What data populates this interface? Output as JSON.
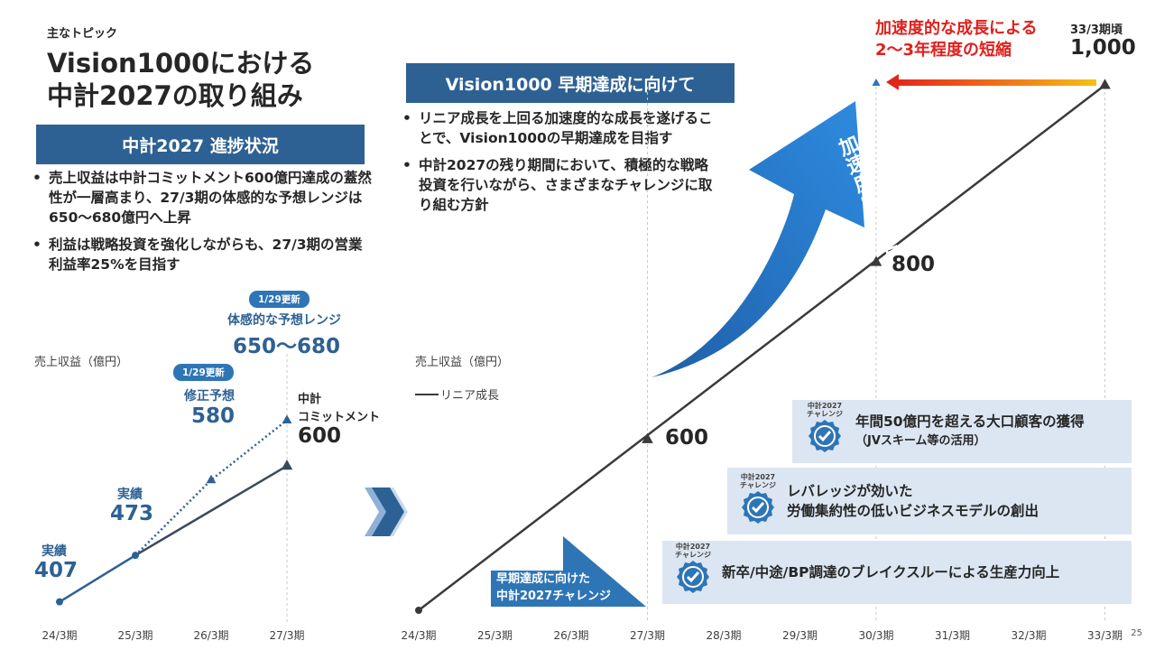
{
  "topic_label": "主なトピック",
  "title_line1": "Vision1000における",
  "title_line2": "中計2027の取り組み",
  "left": {
    "header": "中計2027 進捗状況",
    "bullets": [
      "売上収益は中計コミットメント600億円達成の蓋然性が一層高まり、27/3期の体感的な予想レンジは650～680億円へ上昇",
      "利益は戦略投資を強化しながらも、27/3期の営業利益率25%を目指す"
    ],
    "axis_label": "売上収益（億円）",
    "update_chip_1": "1/29更新",
    "range_label": "体感的な予想レンジ",
    "range_value": "650～680",
    "update_chip_2": "1/29更新",
    "revised_label": "修正予想",
    "revised_value": "580",
    "commit_label_1": "中計",
    "commit_label_2": "コミットメント",
    "commit_value": "600",
    "actual_label_1": "実績",
    "actual_value_1": "473",
    "actual_label_2": "実績",
    "actual_value_2": "407"
  },
  "right": {
    "header": "Vision1000 早期達成に向けて",
    "bullets": [
      "リニア成長を上回る加速度的な成長を遂げることで、Vision1000の早期達成を目指す",
      "中計2027の残り期間において、積極的な戦略投資を行いながら、さまざまなチャレンジに取り組む方針"
    ],
    "axis_label": "売上収益（億円）",
    "legend_label": "リニア成長",
    "accel_label": "加速度的な成長",
    "shortening_line1": "加速度的な成長による",
    "shortening_line2": "2～3年程度の短縮",
    "target_period": "33/3期頃",
    "target_value": "1,000",
    "value_800": "800",
    "value_600": "600",
    "early_arrow_line1": "早期達成に向けた",
    "early_arrow_line2": "中計2027チャレンジ",
    "badge_caption_1": "中計2027",
    "badge_caption_2": "チャレンジ",
    "challenges": [
      {
        "line1": "年間50億円を超える大口顧客の獲得",
        "line2": "（JVスキーム等の活用）"
      },
      {
        "line1": "レバレッジが効いた",
        "line2": "労働集約性の低いビジネスモデルの創出"
      },
      {
        "line1": "新卒/中途/BP調達のブレイクスルーによる生産力向上",
        "line2": ""
      }
    ]
  },
  "page_number": "25",
  "chart_data": [
    {
      "type": "line",
      "title": "",
      "ylabel": "売上収益（億円）",
      "categories": [
        "24/3期",
        "25/3期",
        "26/3期",
        "27/3期"
      ],
      "series": [
        {
          "name": "実績 / 中計コミットメント",
          "values": [
            407,
            473,
            null,
            600
          ]
        },
        {
          "name": "修正予想 / 体感的な予想レンジ",
          "values": [
            null,
            473,
            580,
            665
          ]
        }
      ]
    },
    {
      "type": "line",
      "title": "",
      "ylabel": "売上収益（億円）",
      "categories": [
        "24/3期",
        "25/3期",
        "26/3期",
        "27/3期",
        "28/3期",
        "29/3期",
        "30/3期",
        "31/3期",
        "32/3期",
        "33/3期"
      ],
      "series": [
        {
          "name": "リニア成長",
          "values": [
            407,
            null,
            null,
            600,
            null,
            null,
            800,
            null,
            null,
            1000
          ]
        }
      ]
    }
  ],
  "colors": {
    "navy": "#2e6193",
    "accent_blue": "#2e75b6",
    "line_dark": "#3a4a5c",
    "red": "#e0201c",
    "challenge_bg": "#dce6f2"
  }
}
